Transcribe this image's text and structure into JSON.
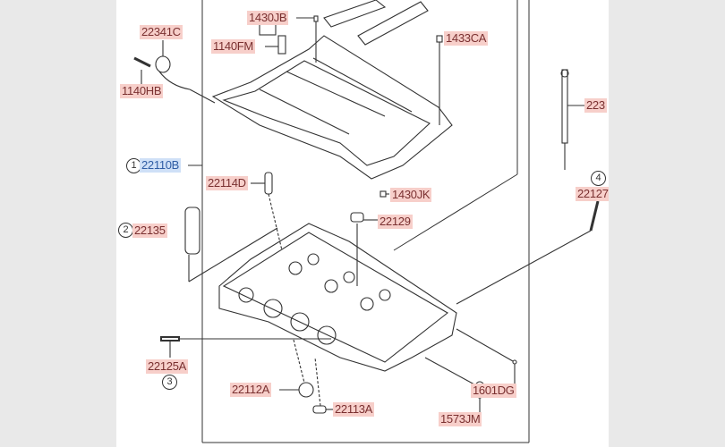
{
  "diagram": {
    "labels": [
      {
        "id": "1430JB",
        "text": "1430JB"
      },
      {
        "id": "22341C",
        "text": "22341C"
      },
      {
        "id": "1140FM",
        "text": "1140FM"
      },
      {
        "id": "1433CA",
        "text": "1433CA"
      },
      {
        "id": "1140HB",
        "text": "1140HB"
      },
      {
        "id": "223",
        "text": "223"
      },
      {
        "id": "22110B",
        "text": "22110B",
        "selected": true
      },
      {
        "id": "22114D",
        "text": "22114D"
      },
      {
        "id": "1430JK",
        "text": "1430JK"
      },
      {
        "id": "22127",
        "text": "22127"
      },
      {
        "id": "22129",
        "text": "22129"
      },
      {
        "id": "22135",
        "text": "22135"
      },
      {
        "id": "22125A",
        "text": "22125A"
      },
      {
        "id": "22112A",
        "text": "22112A"
      },
      {
        "id": "22113A",
        "text": "22113A"
      },
      {
        "id": "1601DG",
        "text": "1601DG"
      },
      {
        "id": "1573JM",
        "text": "1573JM"
      }
    ],
    "callouts": [
      "1",
      "2",
      "3",
      "4"
    ],
    "colors": {
      "label_bg": "#f7cfca",
      "label_text": "#7a3030",
      "selected_bg": "#cfe0f7",
      "selected_text": "#2f5da5"
    }
  }
}
